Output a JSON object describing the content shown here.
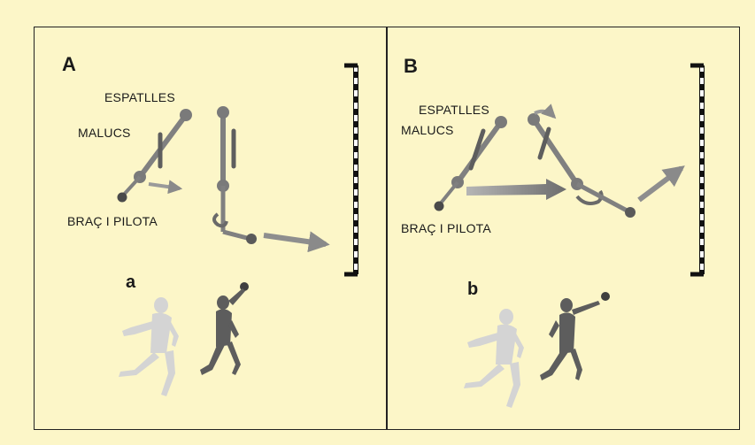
{
  "panels": [
    {
      "letter": "A",
      "shoulders_label": "ESPATLLES",
      "hips_label": "MALUCS",
      "arm_label": "BRAÇ I PILOTA",
      "sub_letter": "a"
    },
    {
      "letter": "B",
      "shoulders_label": "ESPATLLES",
      "hips_label": "MALUCS",
      "arm_label": "BRAÇ I PILOTA",
      "sub_letter": "b"
    }
  ],
  "colors": {
    "background": "#fcf6c8",
    "segment": "#808080",
    "segment_dark": "#6a6a6a",
    "arrow": "#8c8c8c",
    "goal": "#111111",
    "runner_light": "#d6d6d6",
    "runner_dark": "#5a5a5a"
  }
}
